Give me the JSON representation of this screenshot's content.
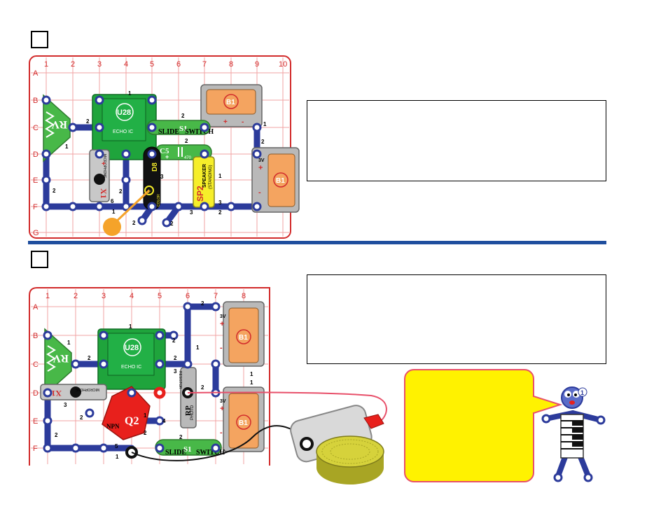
{
  "grid_top": {
    "columns": [
      "1",
      "2",
      "3",
      "4",
      "5",
      "6",
      "7",
      "8",
      "9",
      "10"
    ],
    "rows": [
      "A",
      "B",
      "C",
      "D",
      "E",
      "F",
      "G"
    ]
  },
  "grid_bottom": {
    "columns": [
      "1",
      "2",
      "3",
      "4",
      "5",
      "6",
      "7",
      "8"
    ],
    "rows": [
      "A",
      "B",
      "C",
      "D",
      "E",
      "F"
    ]
  },
  "parts_top": {
    "u28": "U28",
    "echo_ic": "ECHO IC",
    "b1": "B1",
    "s1": "S1",
    "slide": "SLIDE",
    "switch": "SWITCH",
    "c5": "C5",
    "c5_value": "470",
    "d8": "D8",
    "d8_sub": "COLOR",
    "rv": "RV",
    "x1": "X1",
    "x1_sub": "MICROPHONE",
    "sp2_main": "SPEAKER",
    "sp2_sub": "(STANDING)",
    "sp2": "SP2",
    "v3": "3V",
    "plus": "+",
    "minus": "-"
  },
  "parts_bottom": {
    "u28": "U28",
    "echo_ic": "ECHO IC",
    "b1": "B1",
    "s1": "S1",
    "slide": "SLIDE",
    "switch": "SWITCH",
    "q2": "Q2",
    "npn": "NPN",
    "rv": "RV",
    "x1": "X1",
    "x1_sub": "MICROPHONE",
    "rp": "RP",
    "rp_sub": "PHOTO",
    "rp_sub2": "RESISTOR",
    "v3": "3V",
    "plus": "+",
    "minus": "-"
  },
  "figure": {
    "badge": "1"
  },
  "snap_numbers": [
    "1",
    "2",
    "3",
    "4",
    "5",
    "6"
  ],
  "colors": {
    "grid_line": "#e88a8a",
    "grid_border": "#d22b2b",
    "snap_wire": "#2c3b9b",
    "ic_green": "#1fa43c",
    "battery_orange": "#f4a460",
    "divider_blue": "#1f4e9e",
    "bubble_yellow": "#fff200",
    "bubble_border": "#e8506a",
    "led_black": "#111111",
    "speaker_yellow": "#f6ee2a",
    "q2_red": "#e8201c",
    "speaker_puck": "#c9c62d",
    "orange_dot": "#f5a32a"
  }
}
